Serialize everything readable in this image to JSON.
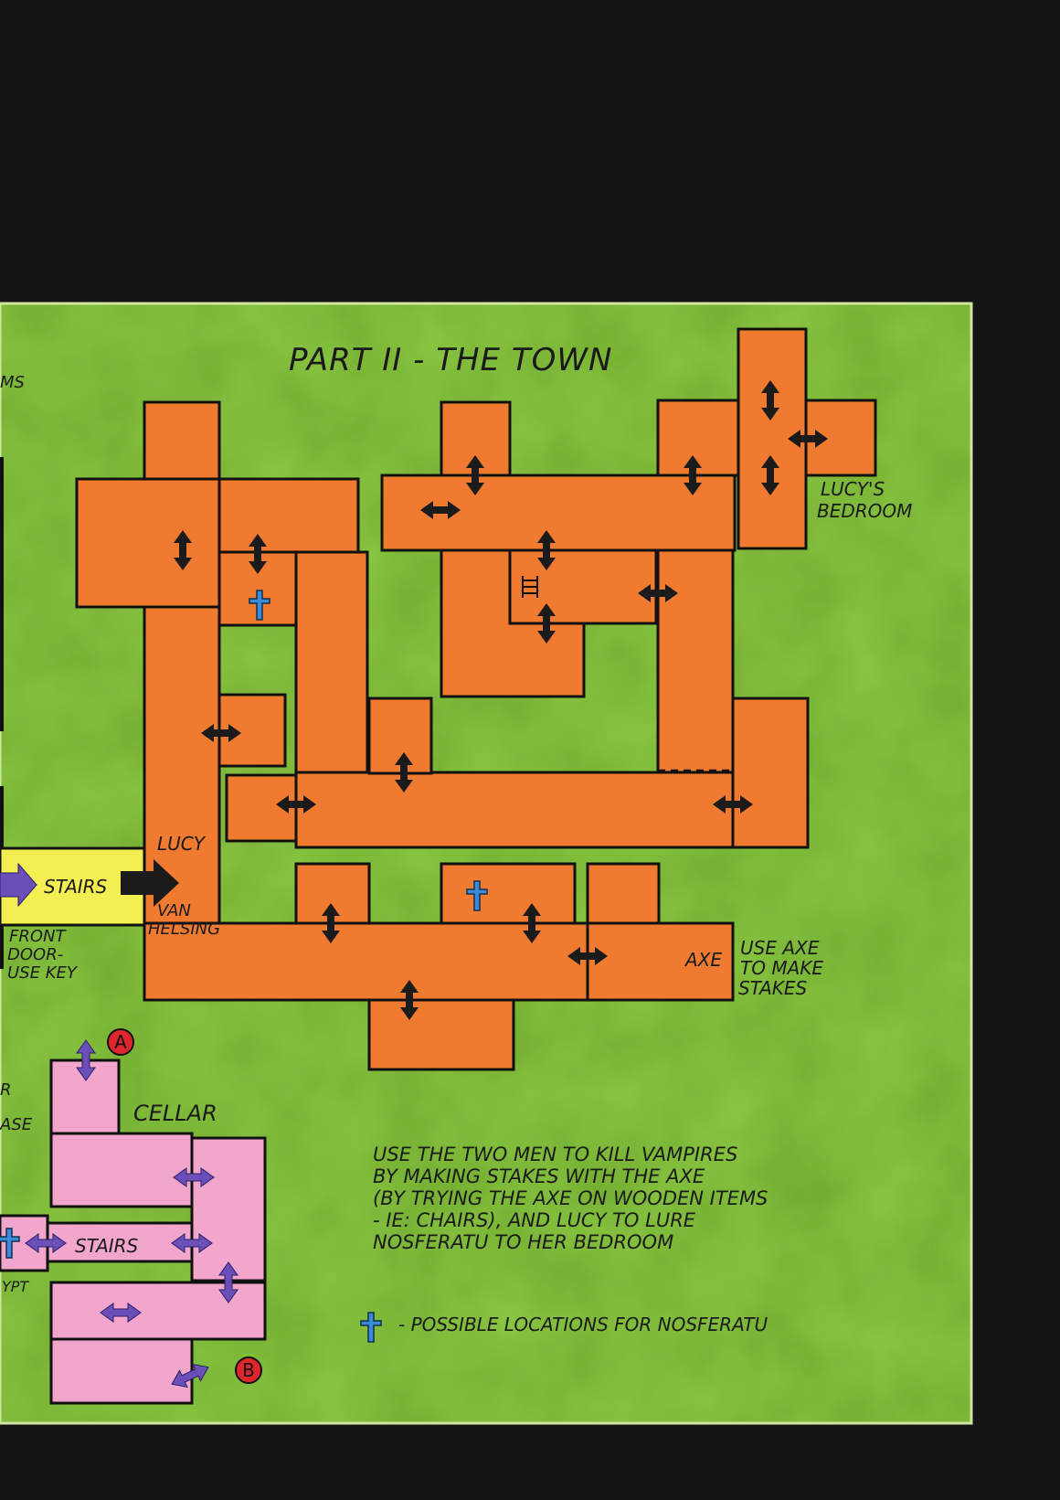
{
  "map": {
    "title": "PART II - THE TOWN",
    "labels": {
      "lucys_bedroom": [
        "LUCY'S",
        "BEDROOM"
      ],
      "lucy": "LUCY",
      "van_helsing": [
        "VAN",
        "HELSING"
      ],
      "stairs_top": "STAIRS",
      "front_door": [
        "FRONT",
        "DOOR-",
        "USE KEY"
      ],
      "axe": "AXE",
      "use_axe": [
        "USE AXE",
        "TO MAKE",
        "STAKES"
      ],
      "cellar": "CELLAR",
      "stairs_cellar": "STAIRS",
      "crypt_fragment": "YPT",
      "edge_ms": "MS",
      "edge_r": "R",
      "edge_ase": "ASE"
    },
    "badges": {
      "a": "A",
      "b": "B"
    },
    "instructions": [
      "USE THE TWO MEN TO KILL VAMPIRES",
      "BY MAKING STAKES WITH THE AXE",
      "(BY TRYING THE AXE ON WOODEN ITEMS",
      "- IE: CHAIRS), AND LUCY TO LURE",
      "NOSFERATU TO HER BEDROOM"
    ],
    "legend": "- POSSIBLE LOCATIONS FOR NOSFERATU"
  },
  "colors": {
    "background": "#141414",
    "grass": "#8cc843",
    "room_orange": "#f07a30",
    "room_pink": "#f2a6cc",
    "stairs_yellow": "#f3ee52",
    "cross_blue": "#3b8ad8",
    "badge_red": "#e0262b"
  },
  "icons": {
    "passage": "double-arrow-icon",
    "nosferatu": "cross-icon",
    "ladder": "ladder-icon"
  }
}
